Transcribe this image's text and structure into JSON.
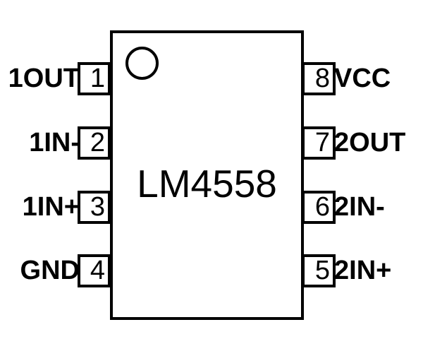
{
  "diagram": {
    "title": "LM4558",
    "type": "ic-pinout",
    "package_pin_count": 8,
    "colors": {
      "line": "#000000",
      "background": "#ffffff"
    },
    "pins": [
      {
        "number": "1",
        "label": "1OUT",
        "side": "left",
        "row": 1
      },
      {
        "number": "2",
        "label": "1IN-",
        "side": "left",
        "row": 2
      },
      {
        "number": "3",
        "label": "1IN+",
        "side": "left",
        "row": 3
      },
      {
        "number": "4",
        "label": "GND",
        "side": "left",
        "row": 4
      },
      {
        "number": "8",
        "label": "VCC",
        "side": "right",
        "row": 1
      },
      {
        "number": "7",
        "label": "2OUT",
        "side": "right",
        "row": 2
      },
      {
        "number": "6",
        "label": "2IN-",
        "side": "right",
        "row": 3
      },
      {
        "number": "5",
        "label": "2IN+",
        "side": "right",
        "row": 4
      }
    ]
  }
}
